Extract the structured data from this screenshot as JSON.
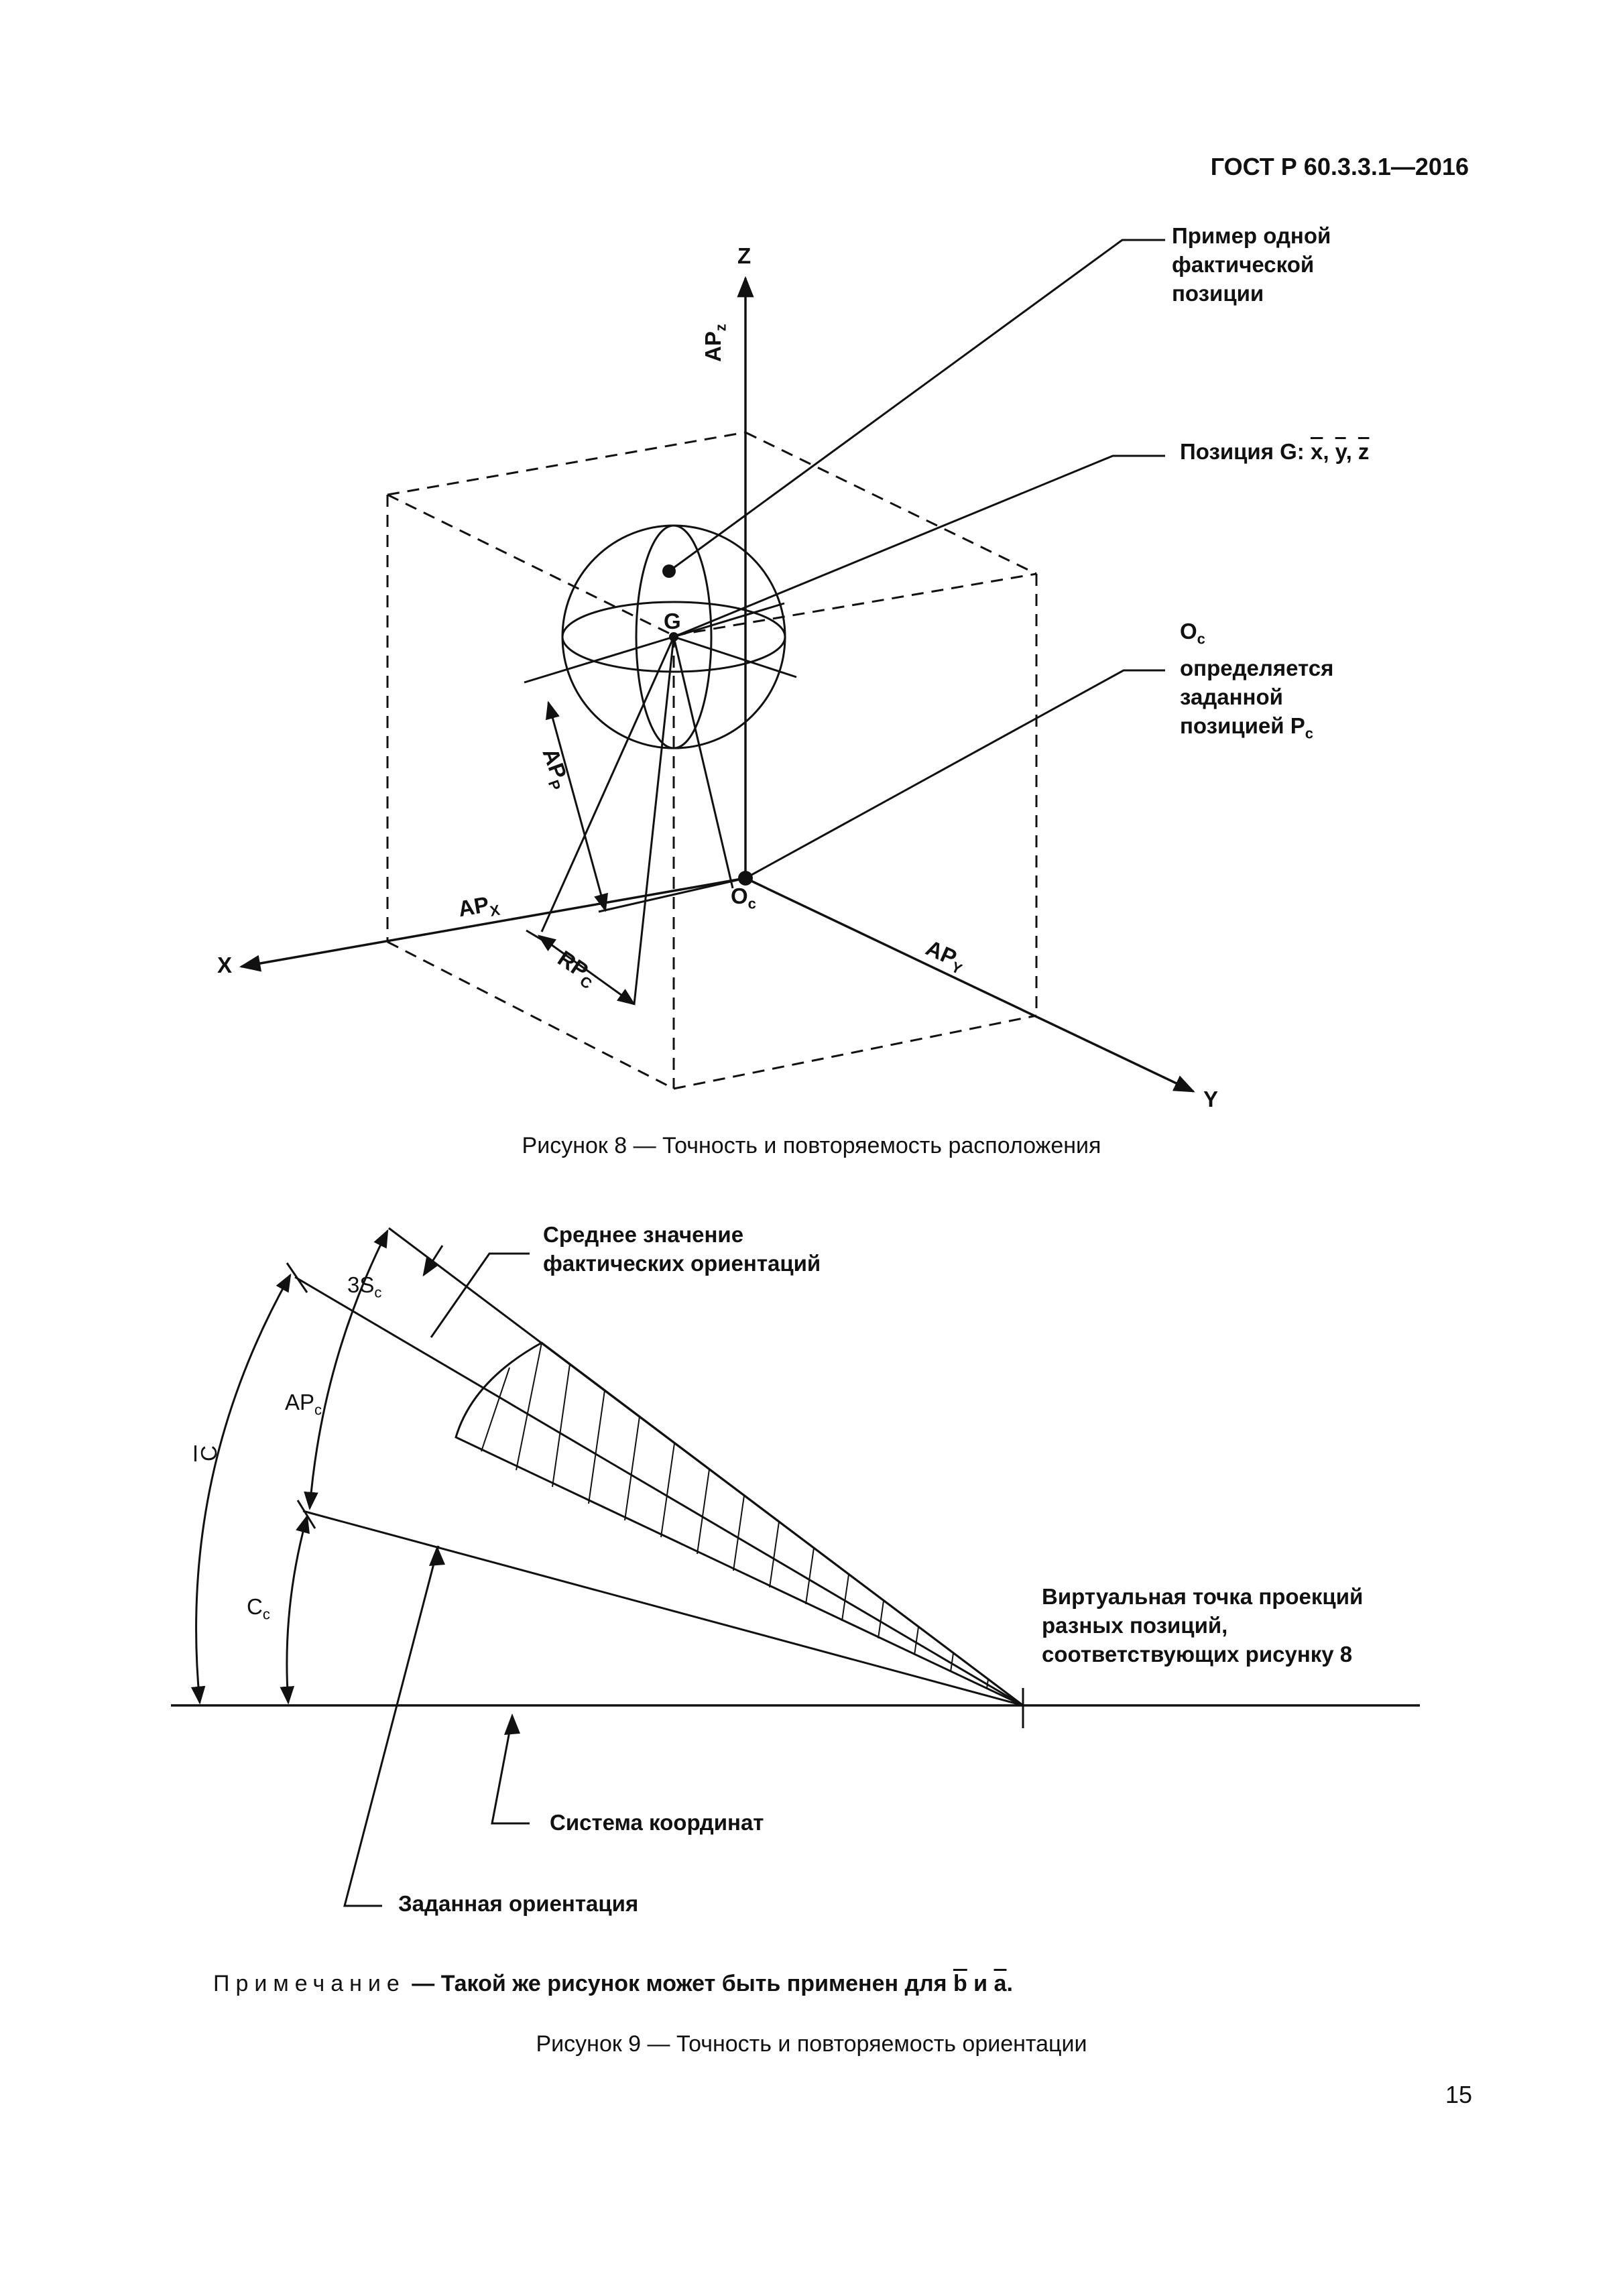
{
  "header": {
    "standard_id": "ГОСТ Р 60.3.3.1—2016"
  },
  "figure8": {
    "axis_labels": {
      "z": "Z",
      "x": "X",
      "y": "Y"
    },
    "point_labels": {
      "g": "G",
      "oc_main": "O",
      "oc_sub": "c"
    },
    "dim_labels": {
      "apz_main": "AP",
      "apz_sub": "z",
      "app_main": "AP",
      "app_sub": "P",
      "apx_main": "AP",
      "apx_sub": "X",
      "apy_main": "AP",
      "apy_sub": "Y",
      "rpc_main": "RP",
      "rpc_sub": "C"
    },
    "callouts": {
      "example_line1": "Пример одной",
      "example_line2": "фактической",
      "example_line3": "позиции",
      "position_g_prefix": "Позиция G: ",
      "position_g_x": "x",
      "position_g_y": "y",
      "position_g_z": "z",
      "oc_line1_main": "O",
      "oc_line1_sub": "c",
      "oc_line2": "определяется",
      "oc_line3": "заданной",
      "oc_line4_main": "позицией P",
      "oc_line4_sub": "c"
    },
    "caption": "Рисунок 8 — Точность и повторяемость расположения"
  },
  "figure9": {
    "callouts": {
      "mean_line1": "Среднее значение",
      "mean_line2": "фактических ориентаций",
      "virtual_line1": "Виртуальная точка проекций",
      "virtual_line2": "разных позиций,",
      "virtual_line3": "соответствующих рисунку 8",
      "coord_system": "Система координат",
      "commanded": "Заданная ориентация"
    },
    "dim_labels": {
      "s3_main": "3S",
      "s3_sub": "c",
      "apc_main": "AP",
      "apc_sub": "c",
      "cbar": "C",
      "cc_main": "C",
      "cc_sub": "c"
    },
    "caption": "Рисунок 9 — Точность и повторяемость ориентации"
  },
  "note": {
    "label": "Примечание",
    "dash": " — ",
    "text_before": "Такой же рисунок может быть применен для ",
    "b_symbol": "b",
    "and_word": " и ",
    "a_symbol": "a",
    "end": "."
  },
  "page_number": "15"
}
